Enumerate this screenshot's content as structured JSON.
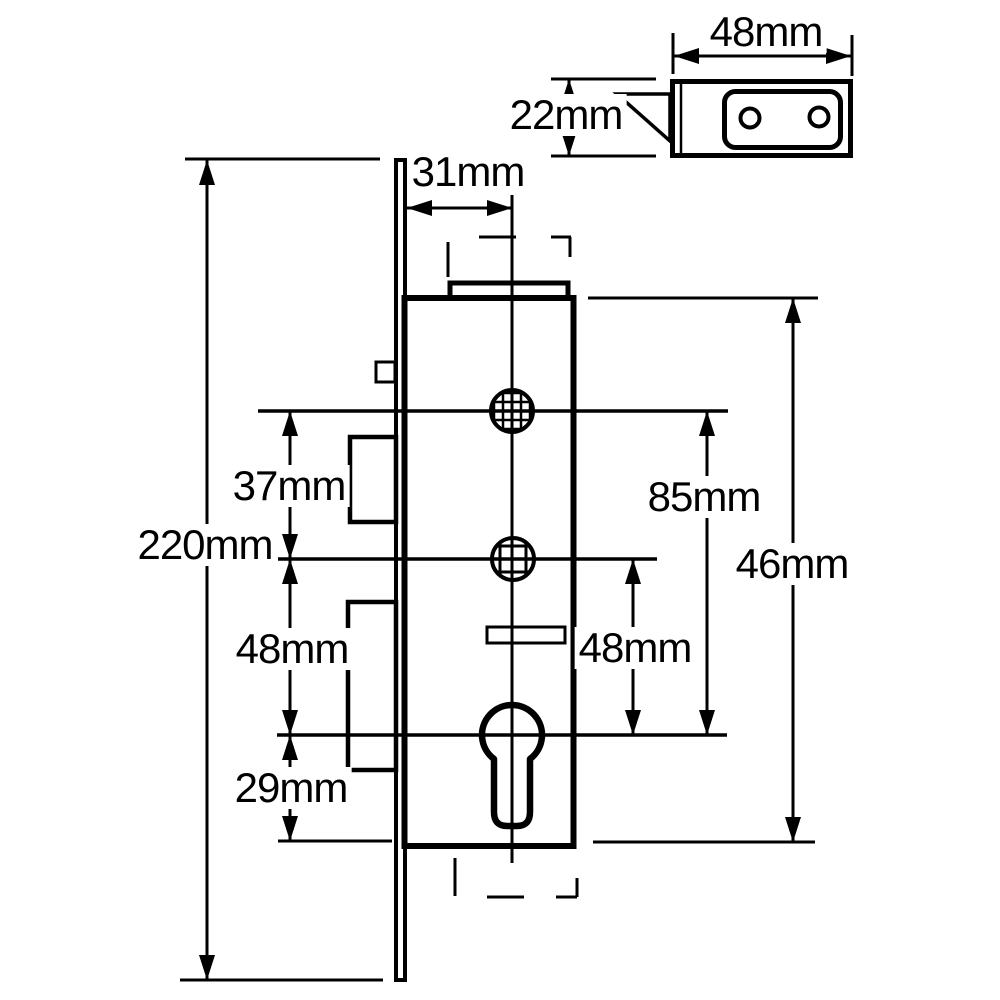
{
  "diagram": {
    "description": "Dimensioned technical line drawing of a narrow-stile mortice lock gearbox (side elevation) with separate latch keep box shown top right",
    "colors": {
      "line": "#000000",
      "background": "#ffffff"
    },
    "dims": {
      "keep_width": "48mm",
      "keep_height": "22mm",
      "backset": "31mm",
      "faceplate_height": "220mm",
      "spindle_spacing": "37mm",
      "hub_to_cylinder_left": "48mm",
      "cylinder_to_base": "29mm",
      "spindle_to_cylinder": "85mm",
      "hub_to_cylinder_right": "48mm",
      "case_height": "46mm"
    }
  }
}
